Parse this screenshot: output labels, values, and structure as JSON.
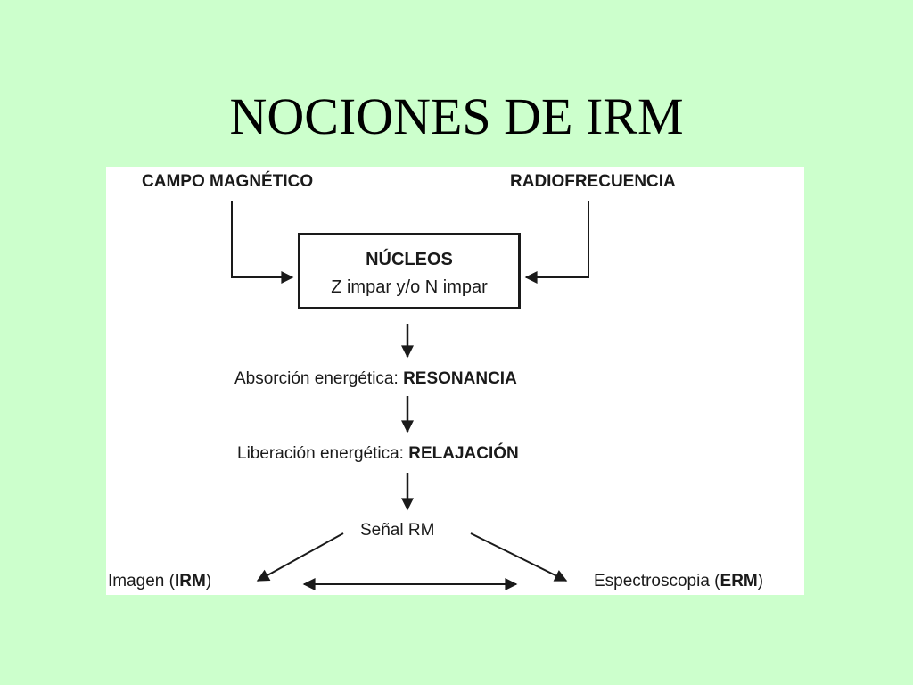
{
  "slide": {
    "title": "NOCIONES DE IRM"
  },
  "diagram": {
    "source_left": "CAMPO MAGNÉTICO",
    "source_right": "RADIOFRECUENCIA",
    "nucleus_box": {
      "title": "NÚCLEOS",
      "subtitle": "Z impar y/o N impar"
    },
    "step_absorption": {
      "prefix": "Absorción energética: ",
      "emphasis": "RESONANCIA"
    },
    "step_release": {
      "prefix": "Liberación energética: ",
      "emphasis": "RELAJACIÓN"
    },
    "signal": "Señal RM",
    "output_left": {
      "prefix": "Imagen (",
      "emphasis": "IRM",
      "suffix": ")"
    },
    "output_right": {
      "prefix": "Espectroscopia (",
      "emphasis": "ERM",
      "suffix": ")"
    }
  }
}
